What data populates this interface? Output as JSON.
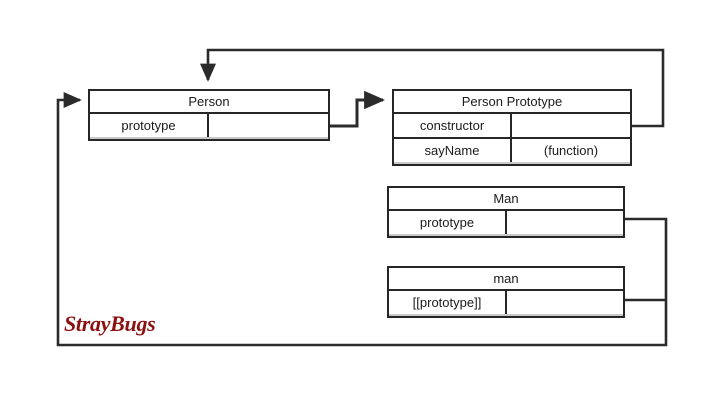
{
  "diagram": {
    "title": "JavaScript prototype chain diagram",
    "background_color": "#ffffff",
    "line_color": "#262626",
    "text_color": "#1b1b1b",
    "watermark": {
      "text": "StrayBugs",
      "color": "#8b1111"
    },
    "boxes": [
      {
        "id": "person",
        "title": "Person",
        "rows": [
          {
            "key": "prototype",
            "value": ""
          }
        ]
      },
      {
        "id": "person_prototype",
        "title": "Person Prototype",
        "rows": [
          {
            "key": "constructor",
            "value": ""
          },
          {
            "key": "sayName",
            "value": "(function)"
          }
        ]
      },
      {
        "id": "man",
        "title": "Man",
        "rows": [
          {
            "key": "prototype",
            "value": ""
          }
        ]
      },
      {
        "id": "man_instance",
        "title": "man",
        "rows": [
          {
            "key": "[[prototype]]",
            "value": ""
          }
        ]
      }
    ],
    "connections": [
      {
        "id": "person-prototype-to-person-prototype-object",
        "from": "Person.prototype",
        "to": "Person Prototype",
        "arrow": "right"
      },
      {
        "id": "constructor-to-person",
        "from": "Person Prototype.constructor",
        "to": "Person",
        "arrow": "down"
      },
      {
        "id": "man-prototype-to-person",
        "from": "Man.prototype",
        "to": "Person",
        "arrow": "right"
      },
      {
        "id": "man-instance-prototype-to-person",
        "from": "man.[[prototype]]",
        "to": "Person",
        "arrow": "right"
      }
    ]
  }
}
